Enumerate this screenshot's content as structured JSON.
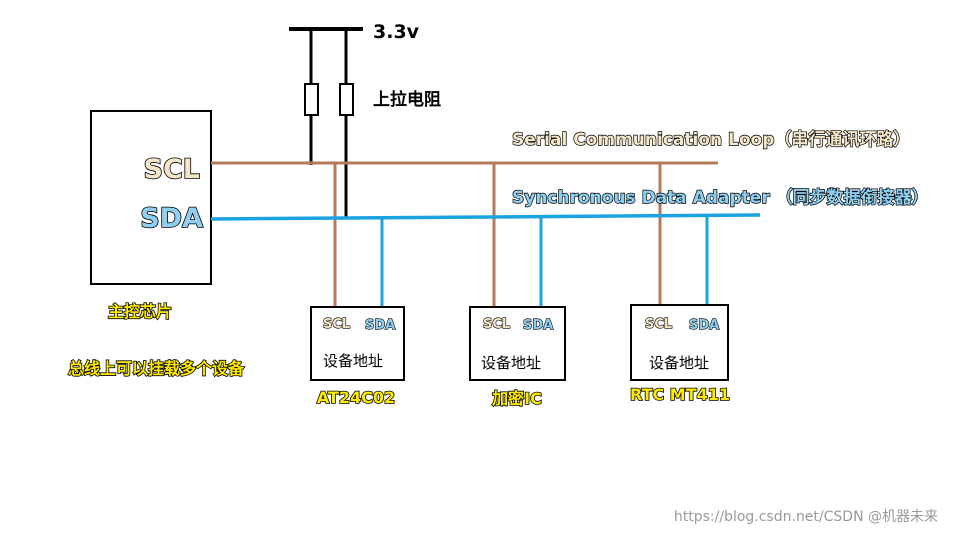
{
  "power": {
    "voltage_label": "3.3v",
    "resistor_label": "上拉电阻"
  },
  "master": {
    "scl_label": "SCL",
    "sda_label": "SDA",
    "caption": "主控芯片"
  },
  "bus": {
    "scl_description": "Serial Communication Loop（串行通讯环路）",
    "sda_description": "Synchronous Data Adapter （同步数据衔接器）",
    "note": "总线上可以挂载多个设备"
  },
  "devices": [
    {
      "scl": "SCL",
      "sda": "SDA",
      "address": "设备地址",
      "name": "AT24C02"
    },
    {
      "scl": "SCL",
      "sda": "SDA",
      "address": "设备地址",
      "name": "加密IC"
    },
    {
      "scl": "SCL",
      "sda": "SDA",
      "address": "设备地址",
      "name": "RTC MT411"
    }
  ],
  "watermark": "https://blog.csdn.net/CSDN @机器未来",
  "colors": {
    "scl_line": "#b57a5a",
    "sda_line": "#1aa3e0",
    "yellow": "#ffeb00",
    "cream": "#f5e6c8",
    "sky": "#8fd0f2"
  }
}
